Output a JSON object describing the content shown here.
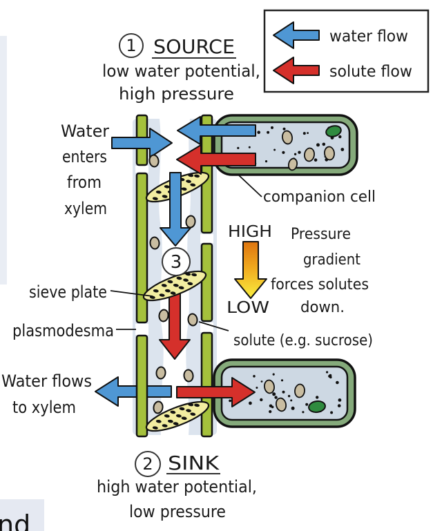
{
  "source_label": {
    "number": "1",
    "title": "SOURCE",
    "sub1": "low water potential,",
    "sub2": "high pressure"
  },
  "sink_label": {
    "number": "2",
    "title": "SINK",
    "sub1": "high water potential,",
    "sub2": "low pressure"
  },
  "step_marker": {
    "number": "3"
  },
  "legend": {
    "items": [
      {
        "icon": "blue-left-arrow",
        "label": "water flow"
      },
      {
        "icon": "red-left-arrow",
        "label": "solute flow"
      }
    ]
  },
  "annotations": {
    "water_enters": {
      "line1": "Water",
      "line2": "enters",
      "line3": "from",
      "line4": "xylem"
    },
    "companion_cell": "companion cell",
    "pressure_high": "HIGH",
    "pressure_low": "LOW",
    "pressure_note": {
      "line1": "Pressure",
      "line2": "gradient",
      "line3": "forces solutes",
      "line4": "down."
    },
    "sieve_plate": "sieve plate",
    "plasmodesma": "plasmodesma",
    "solute": "solute (e.g. sucrose)",
    "water_flows": {
      "line1": "Water flows",
      "line2": "to xylem"
    }
  },
  "partial_text": "nd",
  "colors": {
    "water_arrow": "#4f97d4",
    "solute_arrow": "#d5302b",
    "cell_wall_green": "#a5c13c",
    "sieve_plate_yellow": "#f2eda1",
    "cytoplasm_blue": "#dce4ee",
    "companion_ring_green": "#85aa7b",
    "companion_interior": "#cdd8e3",
    "organelle_green": "#2f8b3f",
    "solute_oval_tan": "#c9bda1",
    "pressure_gradient_top": "#dd740f",
    "pressure_gradient_bottom": "#f9ee3f"
  }
}
